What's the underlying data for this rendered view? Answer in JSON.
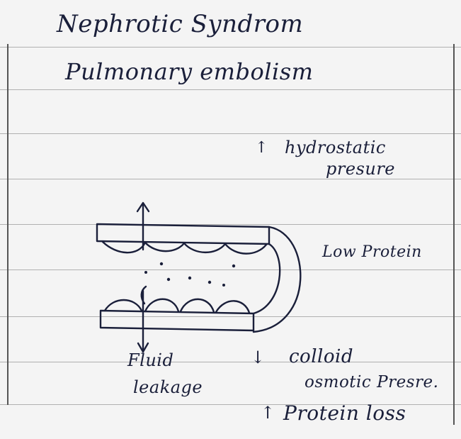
{
  "notes": {
    "title_line1": "Nephrotic Syndrom",
    "title_line2": "Pulmonary embolism",
    "label_hydrostatic_arrow": "↑",
    "label_hydrostatic_1": "hydrostatic",
    "label_hydrostatic_2": "presure",
    "label_low_protein": "Low Protein",
    "label_fluid_1": "Fluid",
    "label_fluid_2": "leakage",
    "label_colloid_arrow": "↓",
    "label_colloid_1": "colloid",
    "label_colloid_2": "osmotic Presre.",
    "label_protein_loss_arrow": "↑",
    "label_protein_loss": "Protein loss"
  },
  "colors": {
    "ink": "#1a1f3a",
    "paper": "#f4f4f4",
    "rule": "#9a9a9a"
  }
}
